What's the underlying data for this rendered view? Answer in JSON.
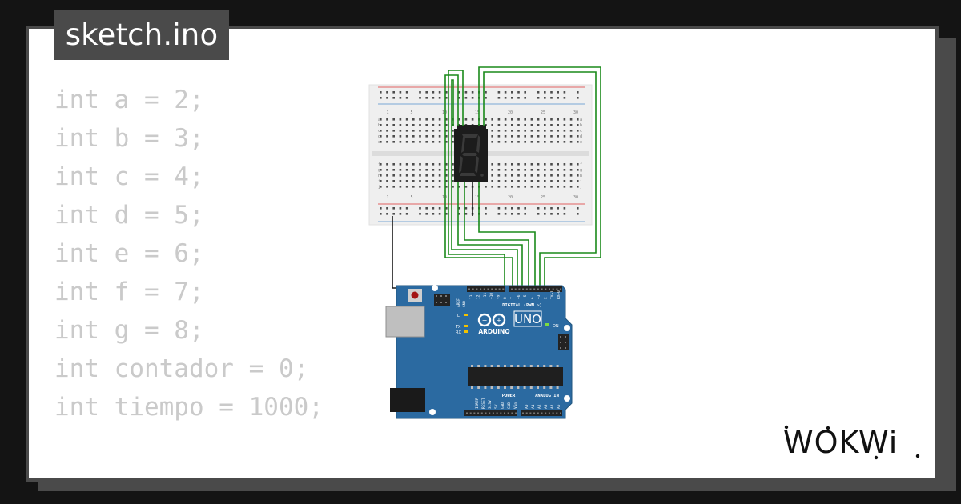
{
  "file_tab": {
    "label": "sketch.ino"
  },
  "code": {
    "lines": [
      "int a = 2;",
      "int b = 3;",
      "int c = 4;",
      "int d = 5;",
      "int e = 6;",
      "int f = 7;",
      "int g = 8;",
      "int contador = 0;",
      "int tiempo = 1000;"
    ]
  },
  "circuit": {
    "breadboard": {
      "column_numbers": [
        "1",
        "5",
        "10",
        "15",
        "20",
        "25",
        "30"
      ],
      "row_letters_top": [
        "a",
        "b",
        "c",
        "d",
        "e"
      ],
      "row_letters_bottom": [
        "f",
        "g",
        "h",
        "i",
        "j"
      ]
    },
    "display": {
      "digit": "8"
    },
    "arduino": {
      "brand": "ARDUINO",
      "model": "UNO",
      "digital_label": "DIGITAL (PWM ~)",
      "power_label": "POWER",
      "analog_label": "ANALOG IN",
      "on_label": "ON",
      "tx_label": "TX",
      "rx_label": "RX",
      "l_label": "L",
      "aref_label": "AREF",
      "gnd_label": "GND",
      "digital_pins": [
        "13",
        "12",
        "~11",
        "~10",
        "~9",
        "8",
        "7",
        "~6",
        "~5",
        "4",
        "~3",
        "2",
        "TX→1",
        "RX←0"
      ],
      "power_pins": [
        "IOREF",
        "RESET",
        "3.3V",
        "5V",
        "GND",
        "GND",
        "Vin"
      ],
      "analog_pins": [
        "A0",
        "A1",
        "A2",
        "A3",
        "A4",
        "A5"
      ]
    },
    "colors": {
      "wire": "#1a8a1a",
      "gnd_wire": "#1a1a1a",
      "board": "#2b6aa1",
      "breadboard": "#efefef",
      "rail_red": "#e06060",
      "rail_blue": "#7aa7d6"
    }
  },
  "logo": {
    "text": "WOKWi"
  },
  "icons": [
    "arduino-infinity-icon",
    "wokwi-logo-icon"
  ]
}
